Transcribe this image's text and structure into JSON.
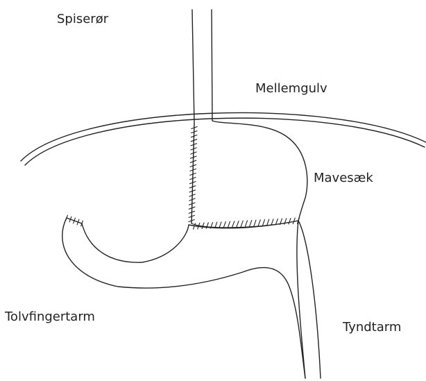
{
  "labels": {
    "esophagus": "Spiserør",
    "diaphragm": "Mellemgulv",
    "stomach": "Mavesæk",
    "duodenum": "Tolvfingertarm",
    "small_intestine": "Tyndtarm"
  },
  "colors": {
    "line": "#222222",
    "background": "#ffffff"
  }
}
